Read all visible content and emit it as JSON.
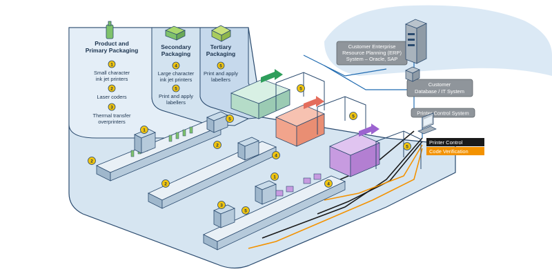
{
  "colors": {
    "floor": "#cfe0ee",
    "zone1": "#dce9f4",
    "zone2": "#cddfee",
    "zone3": "#c2d7ea",
    "outline": "#2a4a6e",
    "badge": "#f1c40f",
    "cable_control": "#1a1a1a",
    "cable_verify": "#f39200",
    "box_system": "#8f959b",
    "net_line": "#1f6ab0",
    "pallet_cases": "#f2a48c",
    "pallet_purple": "#c79be0",
    "arrow_green": "#2e9e5b",
    "arrow_red": "#e46d5c",
    "arrow_purple": "#9c63d0"
  },
  "zones": [
    {
      "title": [
        "Product and",
        "Primary Packaging"
      ],
      "items": [
        {
          "num": "1",
          "lines": [
            "Small character",
            "ink jet printers"
          ]
        },
        {
          "num": "2",
          "lines": [
            "Laser coders"
          ]
        },
        {
          "num": "3",
          "lines": [
            "Thermal transfer",
            "overprinters"
          ]
        }
      ]
    },
    {
      "title": [
        "Secondary",
        "Packaging"
      ],
      "items": [
        {
          "num": "4",
          "lines": [
            "Large character",
            "ink jet printers"
          ]
        },
        {
          "num": "5",
          "lines": [
            "Print and apply",
            "labellers"
          ]
        }
      ]
    },
    {
      "title": [
        "Tertiary",
        "Packaging"
      ],
      "items": [
        {
          "num": "5",
          "lines": [
            "Print and apply",
            "labellers"
          ]
        }
      ]
    }
  ],
  "systems": [
    {
      "lines": [
        "Customer Enterprise",
        "Resource Planning (ERP)",
        "System – Oracle, SAP"
      ]
    },
    {
      "lines": [
        "Customer",
        "Database / IT System"
      ]
    },
    {
      "lines": [
        "Printer Control System"
      ]
    }
  ],
  "legend": [
    {
      "label": "Printer Control"
    },
    {
      "label": "Code Verification"
    }
  ],
  "equipment_badges": [
    "1",
    "2",
    "5",
    "2",
    "4",
    "1",
    "2",
    "5",
    "5",
    "5",
    "4",
    "3",
    "5"
  ]
}
